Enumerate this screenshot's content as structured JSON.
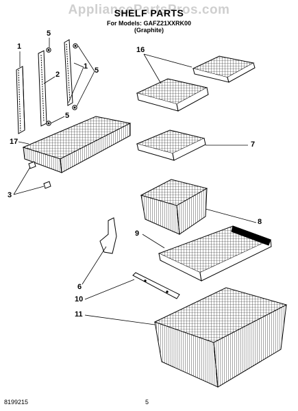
{
  "watermark": "AppliancePartsPros.com",
  "header": {
    "title": "SHELF PARTS",
    "models": "For Models: GAFZ21XXRK00",
    "color": "(Graphite)"
  },
  "callouts": {
    "c1a": "1",
    "c5a": "5",
    "c2": "2",
    "c1b": "1",
    "c5b": "5",
    "c5c": "5",
    "c16": "16",
    "c17": "17",
    "c7": "7",
    "c3": "3",
    "c8": "8",
    "c9": "9",
    "c6": "6",
    "c10": "10",
    "c11": "11"
  },
  "footer": {
    "doc_number": "8199215",
    "page": "5"
  }
}
